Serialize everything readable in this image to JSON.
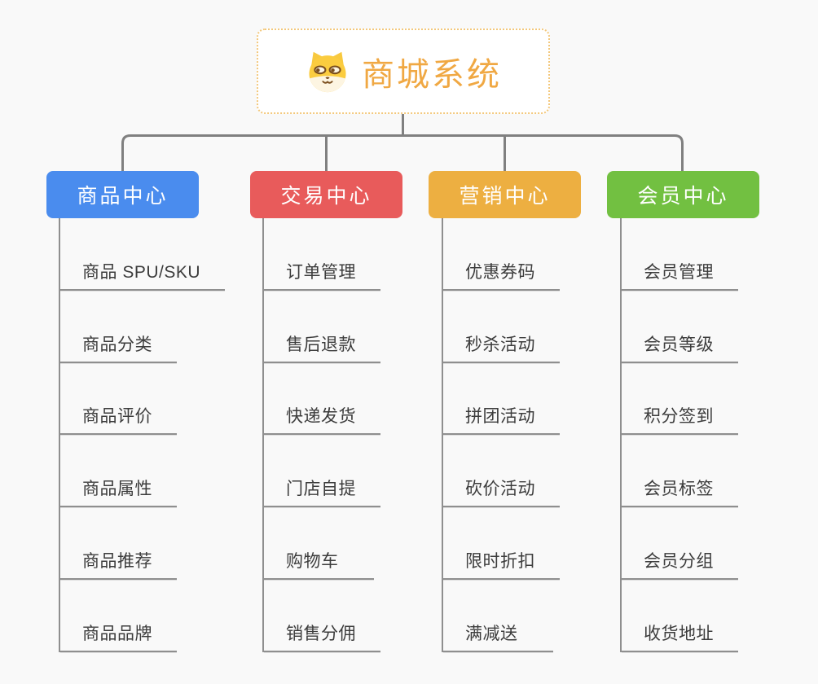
{
  "diagram": {
    "type": "mindmap-org-chart",
    "background_color": "#F9F9F9",
    "connector_color": "#808080",
    "leaf_line_color": "#8F8F8F",
    "leaf_text_color": "#3C3C3C"
  },
  "root": {
    "title": "商城系统",
    "icon": "dog-mascot-icon",
    "text_color": "#F0A843",
    "border_color": "#F3C87C",
    "background_color": "#FFFFFF"
  },
  "branches": [
    {
      "label": "商品中心",
      "color": "#4A8CEE",
      "items": [
        "商品 SPU/SKU",
        "商品分类",
        "商品评价",
        "商品属性",
        "商品推荐",
        "商品品牌"
      ]
    },
    {
      "label": "交易中心",
      "color": "#E85B5B",
      "items": [
        "订单管理",
        "售后退款",
        "快递发货",
        "门店自提",
        "购物车",
        "销售分佣"
      ]
    },
    {
      "label": "营销中心",
      "color": "#EDAF41",
      "items": [
        "优惠券码",
        "秒杀活动",
        "拼团活动",
        "砍价活动",
        "限时折扣",
        "满减送"
      ]
    },
    {
      "label": "会员中心",
      "color": "#72C041",
      "items": [
        "会员管理",
        "会员等级",
        "积分签到",
        "会员标签",
        "会员分组",
        "收货地址"
      ]
    }
  ]
}
